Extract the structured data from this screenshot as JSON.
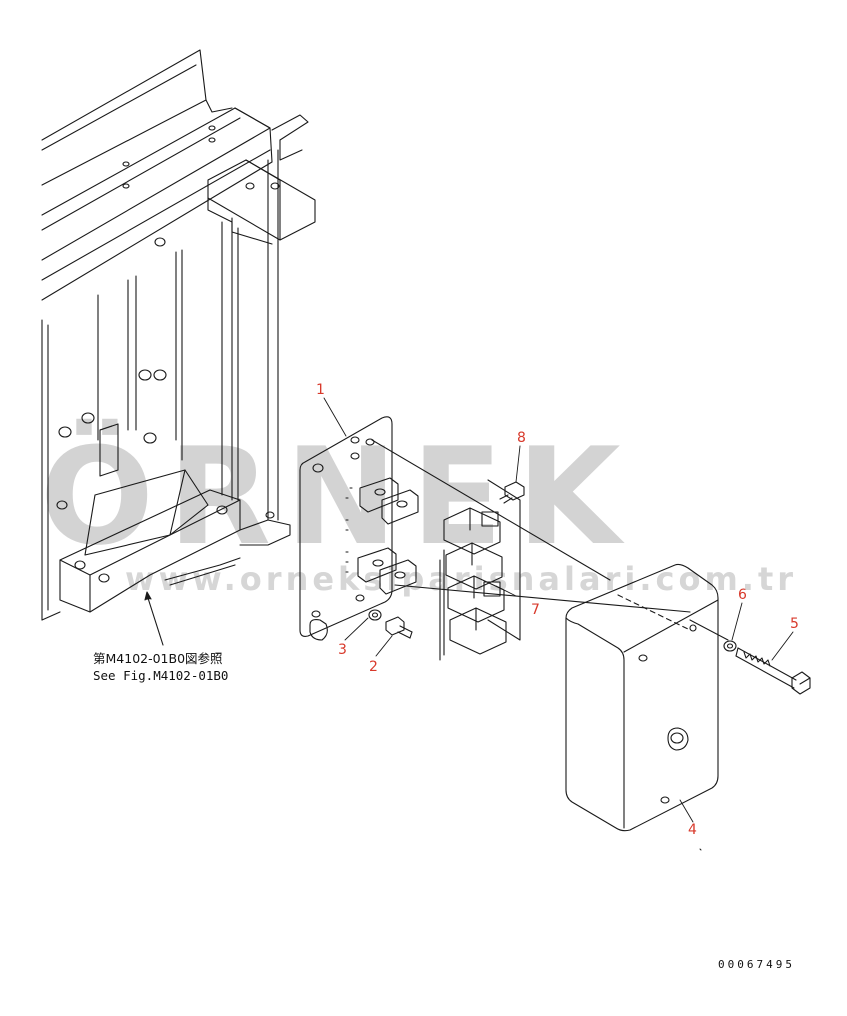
{
  "watermark": {
    "brand": "ÖRNEK",
    "url": "www.orneksiparisnalari.com.tr"
  },
  "callouts": [
    {
      "id": "1",
      "label": "1"
    },
    {
      "id": "2",
      "label": "2"
    },
    {
      "id": "3",
      "label": "3"
    },
    {
      "id": "4",
      "label": "4"
    },
    {
      "id": "5",
      "label": "5"
    },
    {
      "id": "6",
      "label": "6"
    },
    {
      "id": "7",
      "label": "7"
    },
    {
      "id": "8",
      "label": "8"
    }
  ],
  "reference_note": {
    "line_ja": "第M4102-01B0図参照",
    "line_en": "See Fig.M4102-01B0"
  },
  "document_number": "00067495",
  "colors": {
    "line": "#1a1a1a",
    "callout": "#d8392b",
    "watermark": "#c9c9c9"
  }
}
